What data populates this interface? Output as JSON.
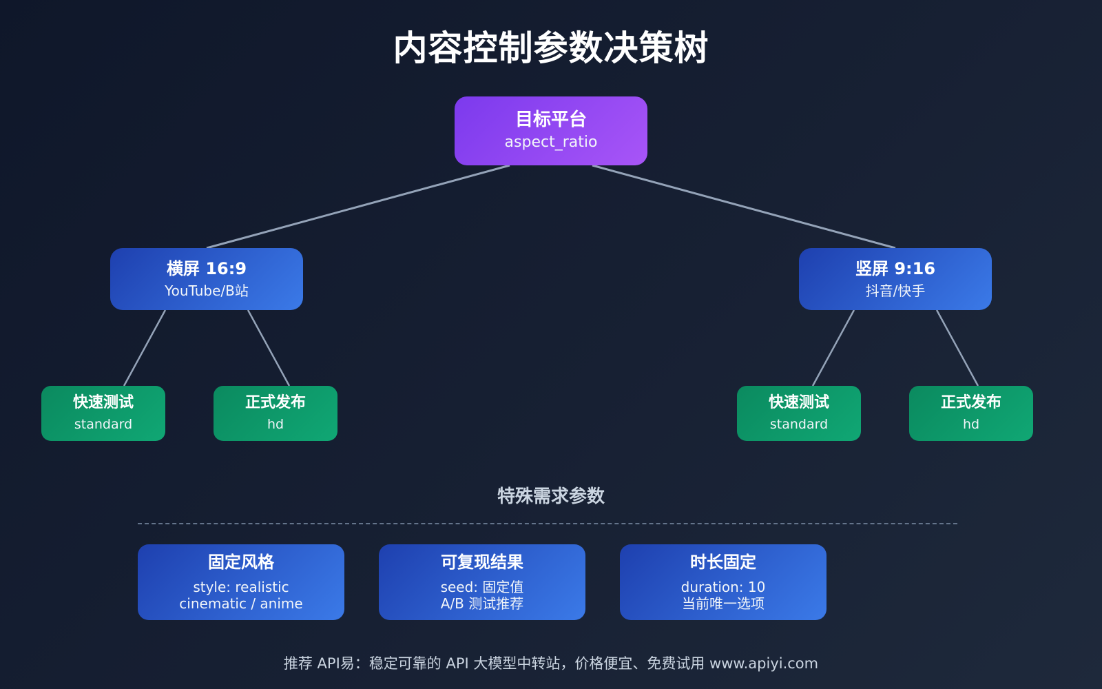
{
  "title": "内容控制参数决策树",
  "colors": {
    "root": "#8b3fe9",
    "branch": "#2f62d4",
    "leaf": "#0f9a6a",
    "connector": "#94a3b8",
    "background": "#0f172a"
  },
  "tree": {
    "root": {
      "title": "目标平台",
      "param": "aspect_ratio"
    },
    "branches": [
      {
        "title": "横屏 16:9",
        "subtitle": "YouTube/B站",
        "leaves": [
          {
            "title": "快速测试",
            "param": "standard"
          },
          {
            "title": "正式发布",
            "param": "hd"
          }
        ]
      },
      {
        "title": "竖屏 9:16",
        "subtitle": "抖音/快手",
        "leaves": [
          {
            "title": "快速测试",
            "param": "standard"
          },
          {
            "title": "正式发布",
            "param": "hd"
          }
        ]
      }
    ]
  },
  "special": {
    "heading": "特殊需求参数",
    "cards": [
      {
        "title": "固定风格",
        "line1": "style: realistic",
        "line2": "cinematic / anime"
      },
      {
        "title": "可复现结果",
        "line1": "seed: 固定值",
        "line2": "A/B 测试推荐"
      },
      {
        "title": "时长固定",
        "line1": "duration: 10",
        "line2": "当前唯一选项"
      }
    ]
  },
  "footer": "推荐 API易：稳定可靠的 API 大模型中转站，价格便宜、免费试用 www.apiyi.com"
}
